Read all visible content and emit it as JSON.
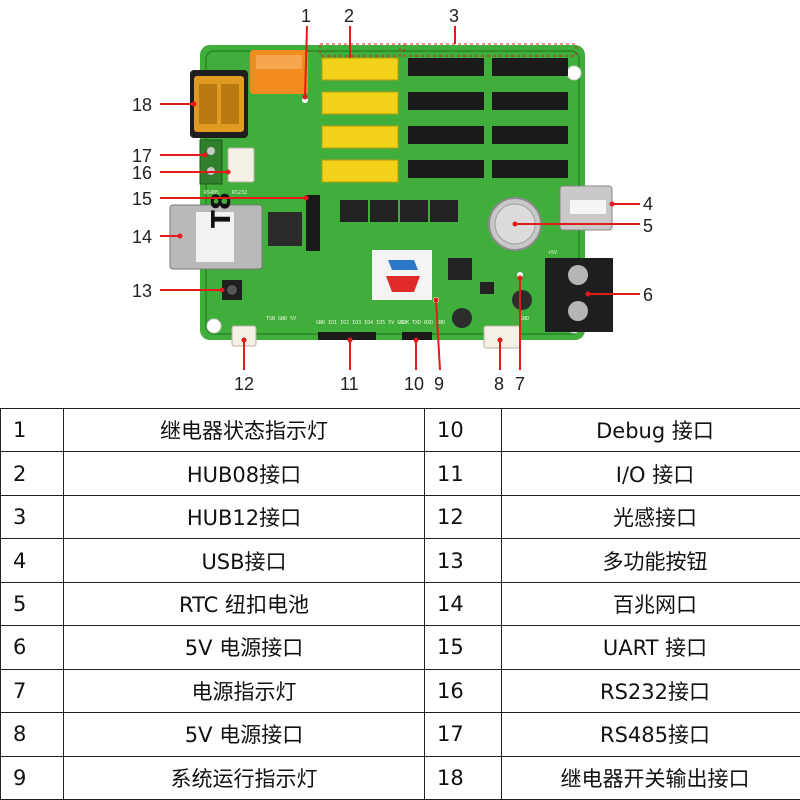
{
  "diagram": {
    "callouts": [
      "1",
      "2",
      "3",
      "4",
      "5",
      "6",
      "7",
      "8",
      "9",
      "10",
      "11",
      "12",
      "13",
      "14",
      "15",
      "16",
      "17",
      "18"
    ],
    "board_marks": {
      "ethernet_label": "T8",
      "rs485_label": "RS485",
      "rs232_label": "RS232",
      "plus5v_label": "+5V",
      "gnd_label": "GND",
      "io_header_label": "GND IO1 IO2 IO3 IO4 IO5 5V GND",
      "debug_header_label": "CLK TXD RXD GND",
      "light_header_label": "TSN GND 5V"
    }
  },
  "table": {
    "rows": [
      {
        "left_no": "1",
        "left_label": "继电器状态指示灯",
        "right_no": "10",
        "right_label": "Debug 接口"
      },
      {
        "left_no": "2",
        "left_label": "HUB08接口",
        "right_no": "11",
        "right_label": "I/O 接口"
      },
      {
        "left_no": "3",
        "left_label": "HUB12接口",
        "right_no": "12",
        "right_label": "光感接口"
      },
      {
        "left_no": "4",
        "left_label": "USB接口",
        "right_no": "13",
        "right_label": "多功能按钮"
      },
      {
        "left_no": "5",
        "left_label": "RTC 纽扣电池",
        "right_no": "14",
        "right_label": "百兆网口"
      },
      {
        "left_no": "6",
        "left_label": "5V 电源接口",
        "right_no": "15",
        "right_label": "UART 接口"
      },
      {
        "left_no": "7",
        "left_label": "电源指示灯",
        "right_no": "16",
        "right_label": "RS232接口"
      },
      {
        "left_no": "8",
        "left_label": "5V 电源接口",
        "right_no": "17",
        "right_label": "RS485接口"
      },
      {
        "left_no": "9",
        "left_label": "系统运行指示灯",
        "right_no": "18",
        "right_label": "继电器开关输出接口"
      }
    ]
  },
  "colors": {
    "pcb": "#3fae3a",
    "pcb_dark": "#2e8f2c",
    "leader": "#e31b1b",
    "hub08_connector": "#f2d21b",
    "hub12_connector": "#1a1a1a",
    "relay": "#f28c1e",
    "terminal_cover": "#f5a623"
  }
}
